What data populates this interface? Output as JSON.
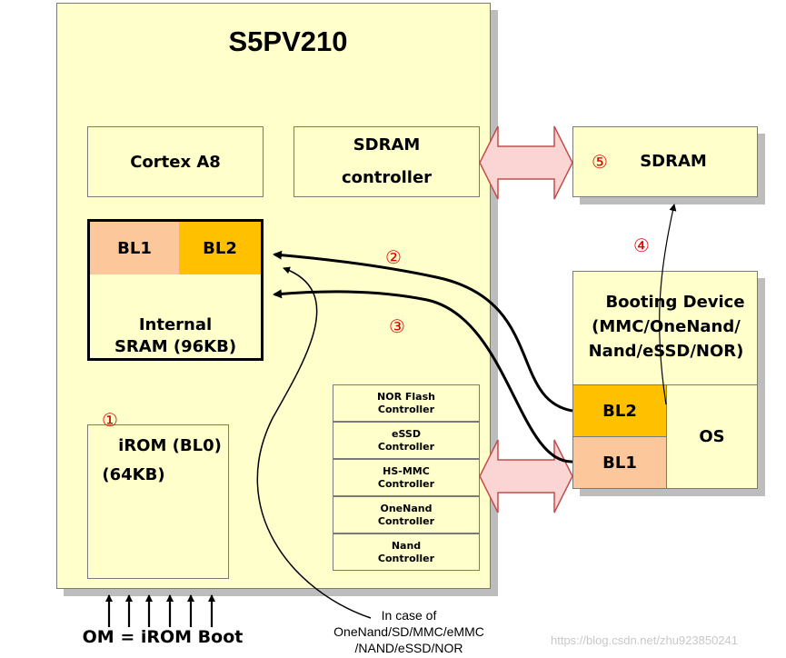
{
  "chip": {
    "title": "S5PV210",
    "cortex": "Cortex A8",
    "sdram_ctrl_line1": "SDRAM",
    "sdram_ctrl_line2": "controller",
    "sram": {
      "bl1": "BL1",
      "bl2": "BL2",
      "line1": "Internal",
      "line2": "SRAM (96KB)"
    },
    "irom": {
      "line1": "iROM (BL0)",
      "line2": "(64KB)"
    },
    "controllers": [
      {
        "line1": "NOR Flash",
        "line2": "Controller"
      },
      {
        "line1": "eSSD",
        "line2": "Controller"
      },
      {
        "line1": "HS-MMC",
        "line2": "Controller"
      },
      {
        "line1": "OneNand",
        "line2": "Controller"
      },
      {
        "line1": "Nand",
        "line2": "Controller"
      }
    ]
  },
  "sdram": {
    "label": "SDRAM"
  },
  "boot_device": {
    "line1": "Booting Device",
    "line2": "(MMC/OneNand/",
    "line3": "Nand/eSSD/NOR)",
    "bl2": "BL2",
    "bl1": "BL1",
    "os": "OS"
  },
  "steps": {
    "s1": "①",
    "s2": "②",
    "s3": "③",
    "s4": "④",
    "s5": "⑤"
  },
  "om_label": "OM = iROM Boot",
  "note": {
    "line1": "In case of",
    "line2": "OneNand/SD/MMC/eMMC",
    "line3": "/NAND/eSSD/NOR"
  },
  "watermark": "https://blog.csdn.net/zhu923850241",
  "colors": {
    "box_fill": "#ffffcc",
    "bl1_fill": "#fcc89b",
    "bl2_fill": "#ffc000",
    "bus_arrow_fill": "#fbd4d4",
    "bus_arrow_stroke": "#c0504d",
    "step_red": "#e00000"
  }
}
